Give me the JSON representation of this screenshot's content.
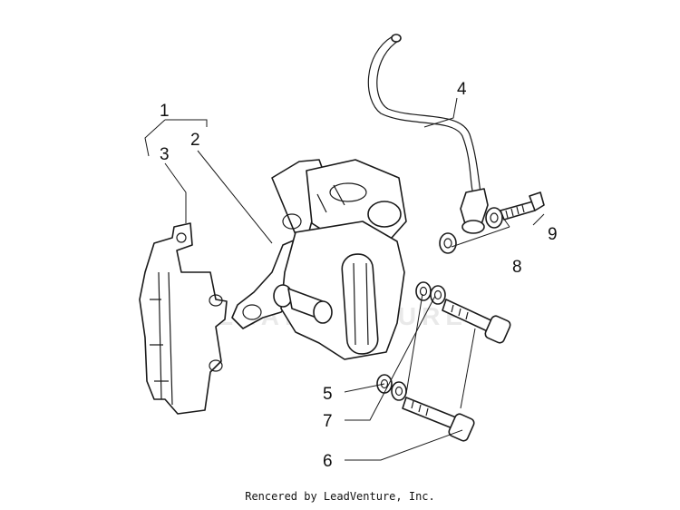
{
  "callouts": [
    "1",
    "2",
    "3",
    "4",
    "5",
    "6",
    "7",
    "8",
    "9"
  ],
  "watermark": "LEADVENTURE",
  "credit": "Rencered by LeadVenture, Inc."
}
